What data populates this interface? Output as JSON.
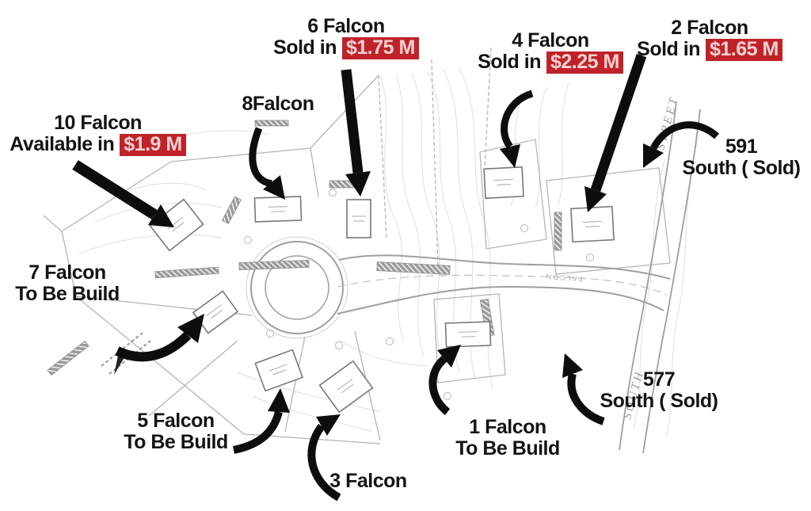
{
  "colors": {
    "price_bg": "#bf2329",
    "price_fg": "#f6d2d2",
    "label_text": "#141414",
    "arrow": "#0d0d0d",
    "plan_line": "#9f9f9f"
  },
  "labels": {
    "lot6": {
      "name": "6 Falcon",
      "status": "Sold in",
      "price": "$1.75 M"
    },
    "lot4": {
      "name": "4 Falcon",
      "status": "Sold in",
      "price": "$2.25 M"
    },
    "lot2": {
      "name": "2 Falcon",
      "status": "Sold in",
      "price": "$1.65 M"
    },
    "lot8": {
      "name": "8Falcon"
    },
    "lot10": {
      "name": "10 Falcon",
      "status": "Available in",
      "price": "$1.9 M"
    },
    "lot7": {
      "name": "7 Falcon",
      "status": "To Be Build"
    },
    "lot5": {
      "name": "5 Falcon",
      "status": "To Be Build"
    },
    "lot3": {
      "name": "3 Falcon"
    },
    "lot1": {
      "name": "1 Falcon",
      "status": "To Be Build"
    },
    "south591": {
      "number": "591",
      "status": "South ( Sold)"
    },
    "south577": {
      "number": "577",
      "status": "South ( Sold)"
    }
  },
  "map": {
    "south": "SOUTH",
    "street": "STREET",
    "road_name": "FALCON"
  }
}
